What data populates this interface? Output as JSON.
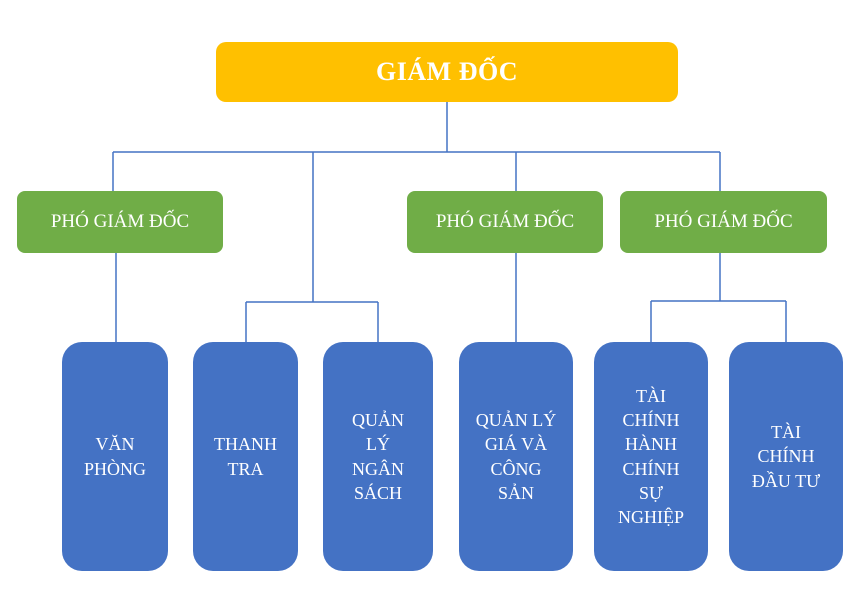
{
  "colors": {
    "background": "#FFFFFF",
    "director_fill": "#FFC000",
    "deputy_fill": "#70AD47",
    "department_fill": "#4472C4",
    "connector": "#4472C4",
    "node_text": "#FFFFFF"
  },
  "org_chart": {
    "director": {
      "label": "GIÁM ĐỐC"
    },
    "deputies": [
      {
        "label": "PHÓ GIÁM ĐỐC"
      },
      {
        "label": "PHÓ GIÁM ĐỐC"
      },
      {
        "label": "PHÓ GIÁM ĐỐC"
      }
    ],
    "departments": [
      {
        "label": "VĂN PHÒNG"
      },
      {
        "label": "THANH TRA"
      },
      {
        "label": "QUẢN LÝ NGÂN SÁCH"
      },
      {
        "label": "QUẢN LÝ GIÁ VÀ CÔNG SẢN"
      },
      {
        "label": "TÀI CHÍNH HÀNH CHÍNH SỰ NGHIỆP"
      },
      {
        "label": "TÀI CHÍNH ĐẦU TƯ"
      }
    ]
  }
}
